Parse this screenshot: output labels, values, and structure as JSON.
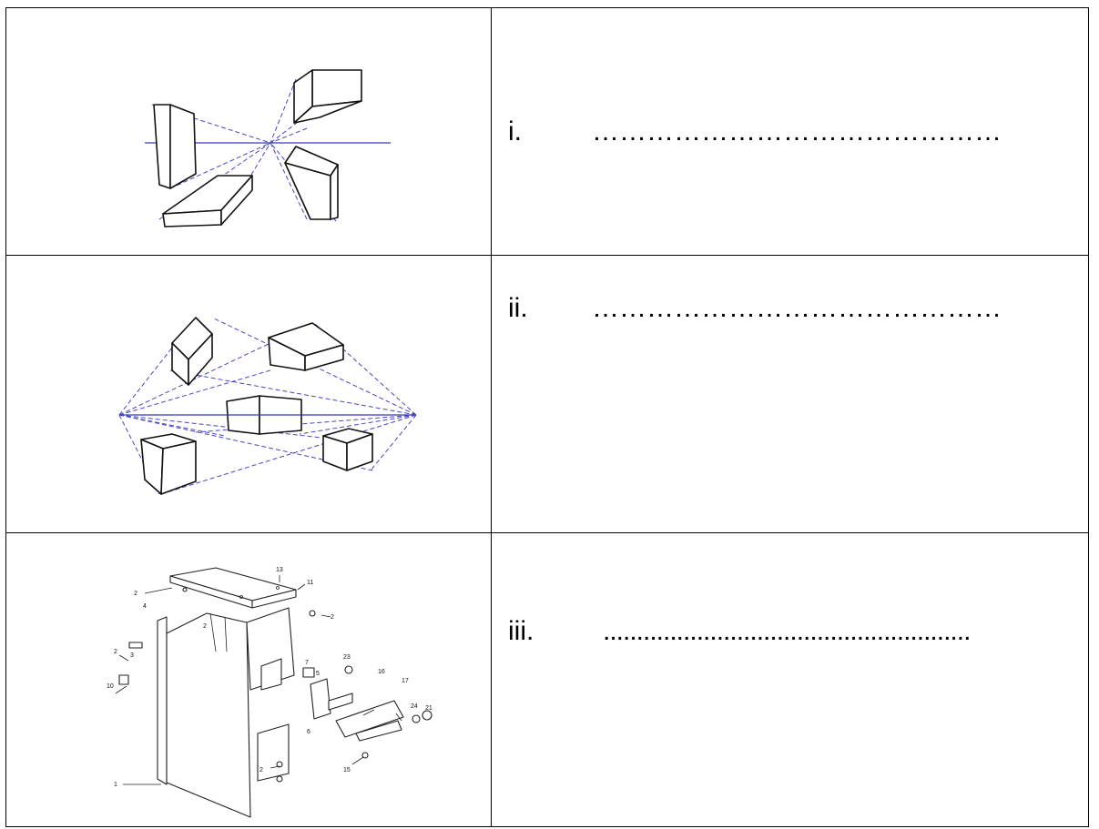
{
  "rows": [
    {
      "number": "i.",
      "answer_line": "………………………………………"
    },
    {
      "number": "ii.",
      "answer_line": "………………………………………"
    },
    {
      "number": "iii.",
      "answer_line": "......................................................."
    }
  ],
  "exploded_view": {
    "callouts": [
      "2",
      "13",
      "11",
      "4",
      "2",
      "2",
      "2",
      "3",
      "7",
      "5",
      "23",
      "16",
      "17",
      "10",
      "6",
      "24",
      "21",
      "1",
      "2",
      "15"
    ]
  },
  "colors": {
    "construction_lines": "#3b3bb5",
    "outline": "#111111"
  }
}
